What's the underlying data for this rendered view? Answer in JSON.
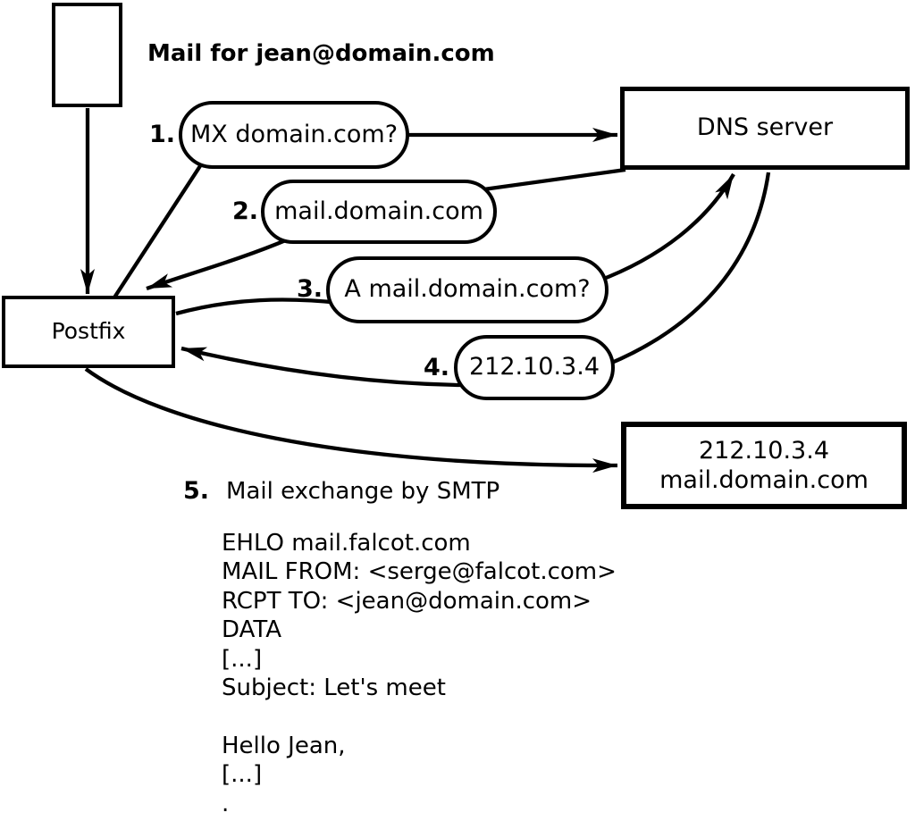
{
  "diagram": {
    "title": "Mail for jean@domain.com",
    "nodes": {
      "postfix": "Postfix",
      "dns_server": "DNS server",
      "mail_server": {
        "line1": "212.10.3.4",
        "line2": "mail.domain.com"
      }
    },
    "steps": [
      {
        "num": "1.",
        "label": "MX domain.com?"
      },
      {
        "num": "2.",
        "label": "mail.domain.com"
      },
      {
        "num": "3.",
        "label": "A mail.domain.com?"
      },
      {
        "num": "4.",
        "label": "212.10.3.4"
      },
      {
        "num": "5.",
        "label": "Mail exchange by SMTP"
      }
    ],
    "smtp_session": [
      "EHLO mail.falcot.com",
      "MAIL FROM: <serge@falcot.com>",
      "RCPT TO: <jean@domain.com>",
      "DATA",
      "[...]",
      "Subject: Let's meet",
      "",
      "Hello Jean,",
      "[...]",
      "."
    ],
    "colors": {
      "ink": "#000000",
      "background": "#ffffff"
    }
  }
}
